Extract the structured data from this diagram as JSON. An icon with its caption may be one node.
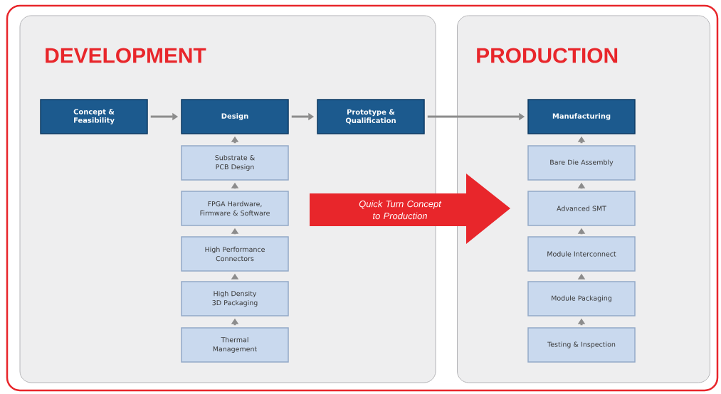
{
  "diagram": {
    "nodes": [
      {
        "text": [
          "DEVELOPMENT"
        ]
      },
      {
        "text": [
          "PRODUCTION"
        ]
      },
      {
        "text": [
          "Concept & Feasibility"
        ],
        "in": 0
      },
      {
        "text": [
          "Design"
        ],
        "in": 0
      },
      {
        "text": [
          "Prototype & Qualification"
        ],
        "in": 0
      },
      {
        "text": [
          "Substrate & PCB Design"
        ],
        "in": 0
      },
      {
        "text": [
          "FPGA Hardware, Firmware & Software"
        ],
        "in": 0
      },
      {
        "text": [
          "High Performance Connectors"
        ],
        "in": 0
      },
      {
        "text": [
          "High Density 3D Packaging"
        ],
        "in": 0
      },
      {
        "text": [
          "Thermal Management"
        ],
        "in": 0
      },
      {
        "text": [
          "Manufacturing"
        ],
        "in": 1
      },
      {
        "text": [
          "Bare Die Assembly"
        ],
        "in": 1
      },
      {
        "text": [
          "Advanced SMT"
        ],
        "in": 1
      },
      {
        "text": [
          "Module Interconnect"
        ],
        "in": 1
      },
      {
        "text": [
          "Module Packaging"
        ],
        "in": 1
      },
      {
        "text": [
          "Testing & Inspection"
        ],
        "in": 1
      },
      {
        "text": [
          "Quick Turn Concept to Production"
        ]
      }
    ],
    "edges": [
      {
        "from": 2,
        "to": 3,
        "arrow": "to"
      },
      {
        "from": 3,
        "to": 4,
        "arrow": "to"
      },
      {
        "from": 4,
        "to": 10,
        "arrow": "to"
      },
      {
        "from": 5,
        "to": 3,
        "arrow": "to"
      },
      {
        "from": 6,
        "to": 5,
        "arrow": "to"
      },
      {
        "from": 7,
        "to": 6,
        "arrow": "to"
      },
      {
        "from": 8,
        "to": 7,
        "arrow": "to"
      },
      {
        "from": 9,
        "to": 8,
        "arrow": "to"
      },
      {
        "from": 11,
        "to": 10,
        "arrow": "to"
      },
      {
        "from": 12,
        "to": 11,
        "arrow": "to"
      },
      {
        "from": 13,
        "to": 12,
        "arrow": "to"
      },
      {
        "from": 14,
        "to": 13,
        "arrow": "to"
      },
      {
        "from": 15,
        "to": 14,
        "arrow": "to"
      }
    ]
  }
}
